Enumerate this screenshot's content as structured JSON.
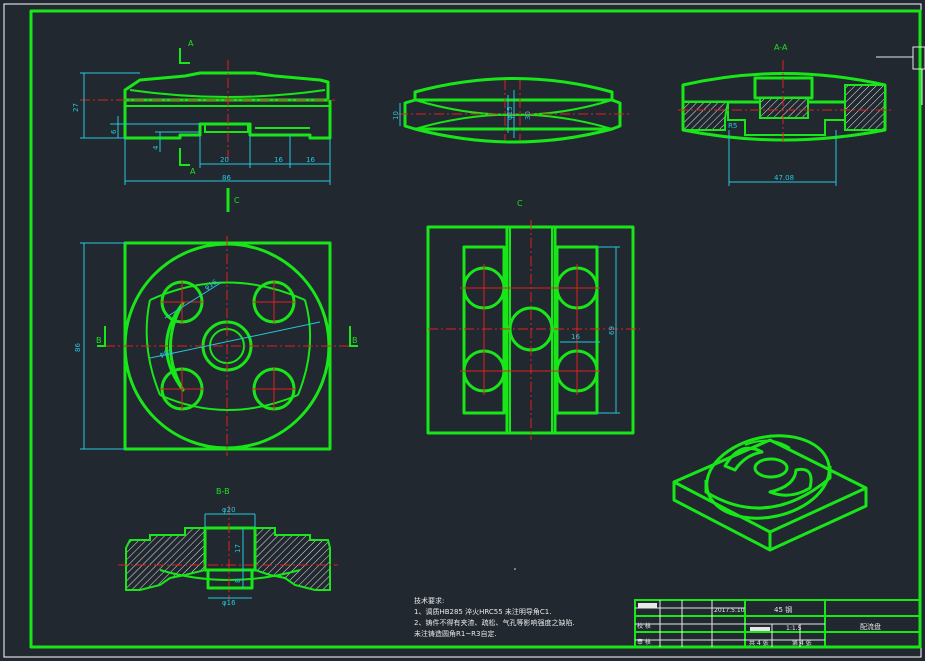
{
  "view_labels": {
    "section_aa": "A-A",
    "view_c_left": "C",
    "view_c_main": "C",
    "section_bb": "B-B",
    "cut_a": "A",
    "cut_b": "B"
  },
  "dimensions": {
    "front_height": "27",
    "front_step": "6",
    "front_small": "4",
    "front_w1": "20",
    "front_w2": "16",
    "front_w3": "16",
    "front_total": "86",
    "side_h": "10",
    "side_h2": "30",
    "side_phi": "φ15",
    "section_aa_width": "47.08",
    "section_aa_r": "R5",
    "plan_height": "86",
    "plan_phi_small": "φ16",
    "plan_phi_big": "φ92",
    "c_dim_16": "16",
    "c_dim_69": "69",
    "bb_phi20": "φ20",
    "bb_17": "17",
    "bb_8": "8",
    "bb_phi16": "φ16"
  },
  "notes": {
    "title": "技术要求:",
    "line1": "1、调质HB285 淬火HRC55 未注明导角C1.",
    "line2": "2、铸件不得有夹渣、疏松、气孔等影响强度之缺陷.",
    "line3": "未注铸造圆角R1~R3自定."
  },
  "title_block": {
    "date": "2017.5.10",
    "material": "45 钢",
    "scale": "1:1.5",
    "part_name": "配流盘",
    "sheet_total": "共 4 张",
    "sheet_no": "第 4 张",
    "row_check": "校 核",
    "row_review": "审 核"
  },
  "colors": {
    "background": "#212830",
    "outline": "#19e619",
    "centerline": "#e02020",
    "dimension": "#26c6da"
  }
}
